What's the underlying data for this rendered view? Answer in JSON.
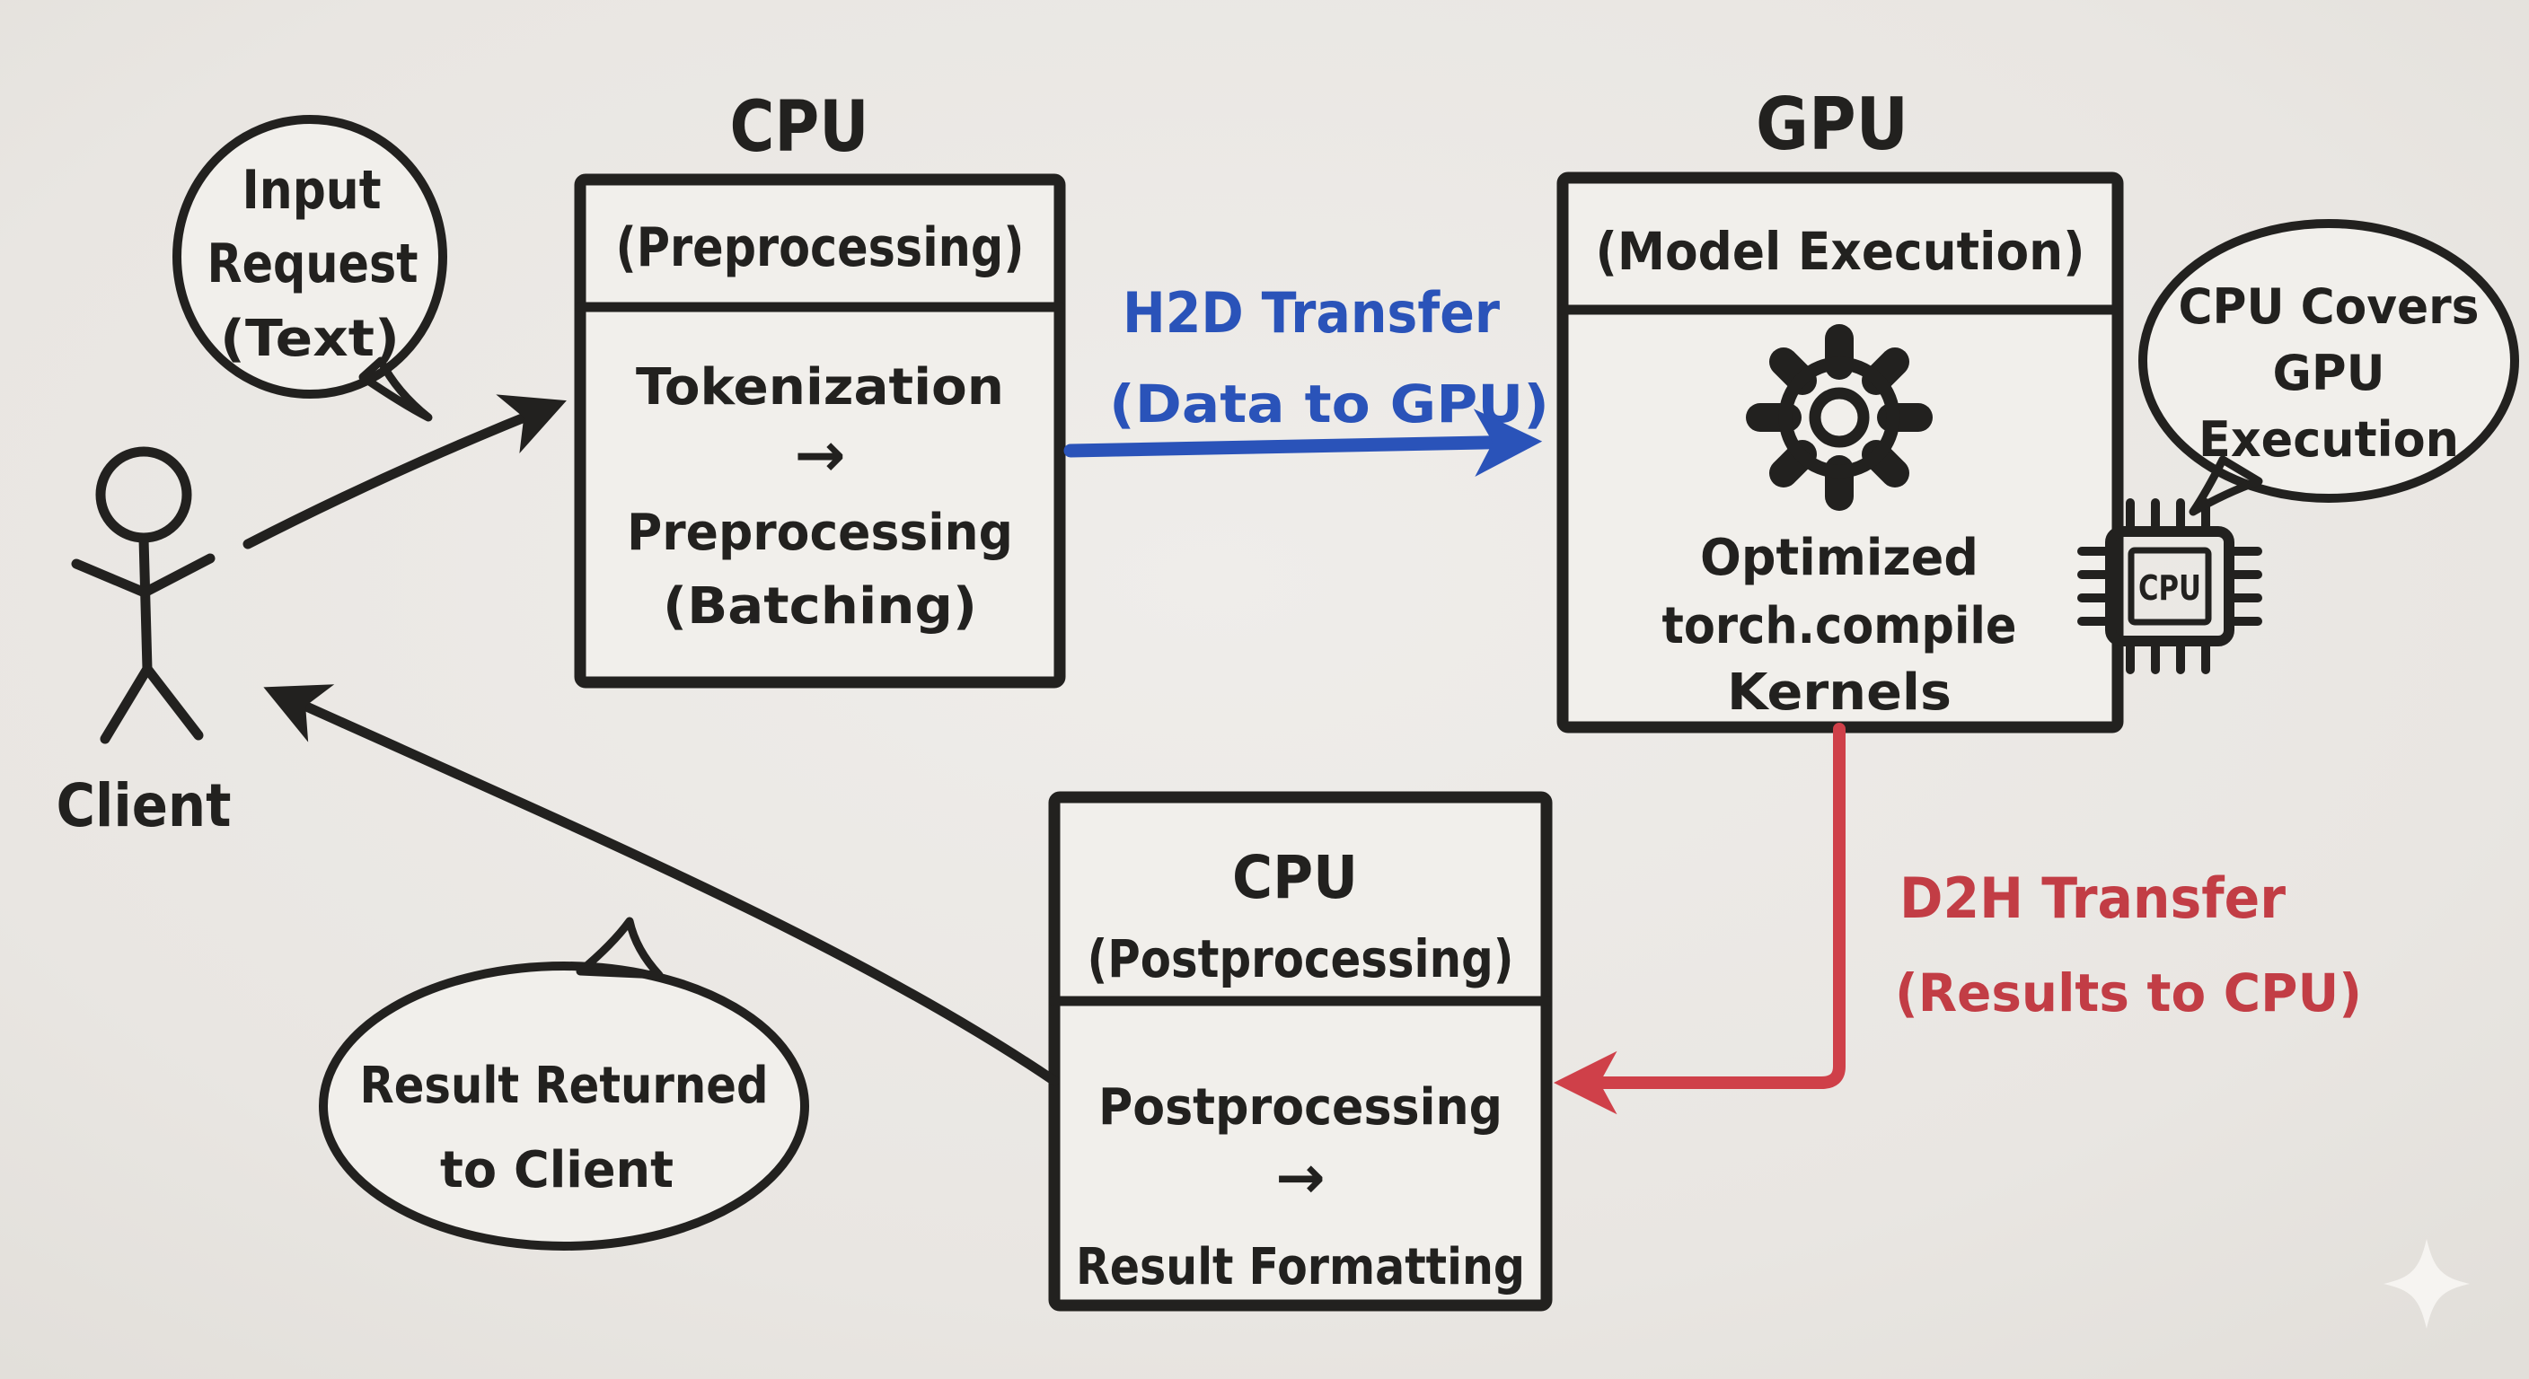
{
  "colors": {
    "background": "#eae7e3",
    "ink": "#22211f",
    "h2d_blue": "#2a53b9",
    "d2h_red": "#c23d45",
    "sparkle": "#f6f4f1"
  },
  "client": {
    "label": "Client"
  },
  "input_bubble": {
    "line1": "Input",
    "line2": "Request",
    "line3": "(Text)"
  },
  "cpu_preprocessing_box": {
    "title": "CPU",
    "subtitle": "(Preprocessing)",
    "step1": "Tokenization",
    "arrow": "→",
    "step2": "Preprocessing",
    "step2_note": "(Batching)"
  },
  "h2d_transfer": {
    "line1": "H2D Transfer",
    "line2": "(Data to GPU)"
  },
  "gpu_box": {
    "title": "GPU",
    "subtitle": "(Model Execution)",
    "body_line1": "Optimized",
    "body_line2": "torch.compile",
    "body_line3": "Kernels"
  },
  "cpu_covers_bubble": {
    "line1": "CPU Covers",
    "line2": "GPU",
    "line3": "Execution"
  },
  "cpu_chip": {
    "label": "CPU"
  },
  "d2h_transfer": {
    "line1": "D2H Transfer",
    "line2": "(Results to CPU)"
  },
  "cpu_postprocessing_box": {
    "title": "CPU",
    "subtitle": "(Postprocessing)",
    "step1": "Postprocessing",
    "arrow": "→",
    "step2": "Result Formatting"
  },
  "result_bubble": {
    "line1": "Result Returned",
    "line2": "to Client"
  }
}
